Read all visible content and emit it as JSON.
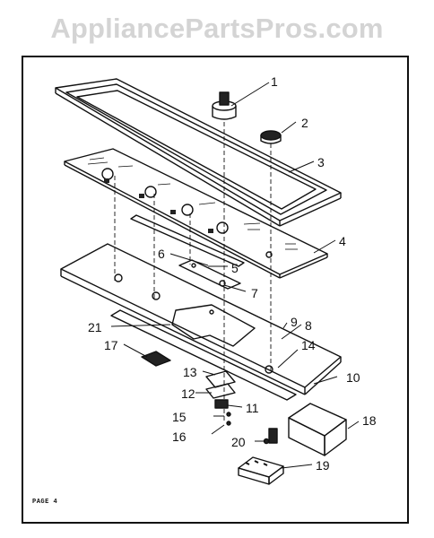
{
  "watermark": "AppliancePartsPros.com",
  "footer": "PAGE 4",
  "callouts": [
    "1",
    "2",
    "3",
    "4",
    "5",
    "6",
    "7",
    "8",
    "9",
    "10",
    "11",
    "12",
    "13",
    "14",
    "15",
    "16",
    "17",
    "18",
    "19",
    "20",
    "21"
  ],
  "colors": {
    "ink": "#111111",
    "watermark": "#d4d4d4",
    "paper": "#ffffff"
  }
}
